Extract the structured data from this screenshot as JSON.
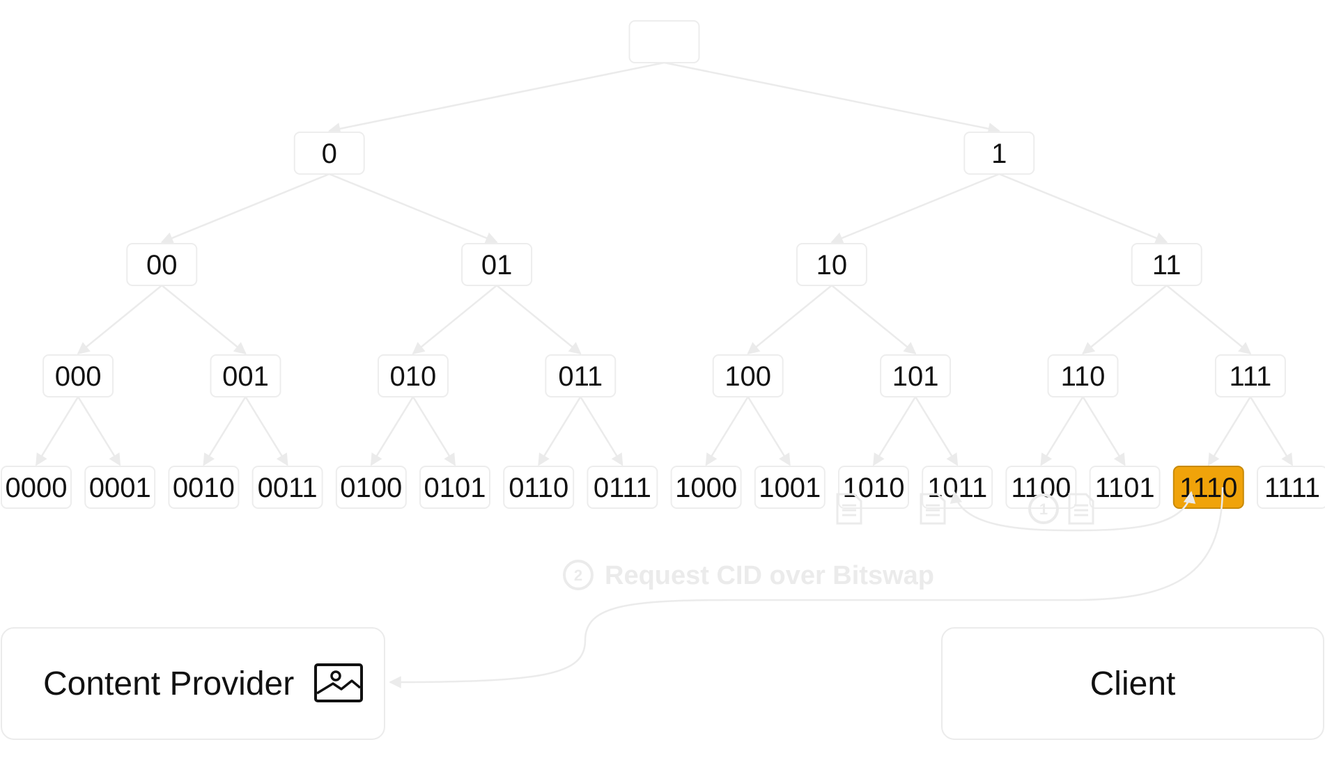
{
  "tree": {
    "root": {
      "label": ""
    },
    "levels": [
      [
        "0",
        "1"
      ],
      [
        "00",
        "01",
        "10",
        "11"
      ],
      [
        "000",
        "001",
        "010",
        "011",
        "100",
        "101",
        "110",
        "111"
      ],
      [
        "0000",
        "0001",
        "0010",
        "0011",
        "0100",
        "0101",
        "0110",
        "0111",
        "1000",
        "1001",
        "1010",
        "1011",
        "1100",
        "1101",
        "1110",
        "1111"
      ]
    ],
    "highlighted_node": "1110",
    "highlight_color": "#f0a30a"
  },
  "steps": [
    {
      "number": "1",
      "label": ""
    },
    {
      "number": "2",
      "label": "Request CID over Bitswap"
    }
  ],
  "content_provider": {
    "label": "Content Provider",
    "icon": "image-icon"
  },
  "client": {
    "label": "Client"
  },
  "icons": {
    "document": "document-icon"
  }
}
